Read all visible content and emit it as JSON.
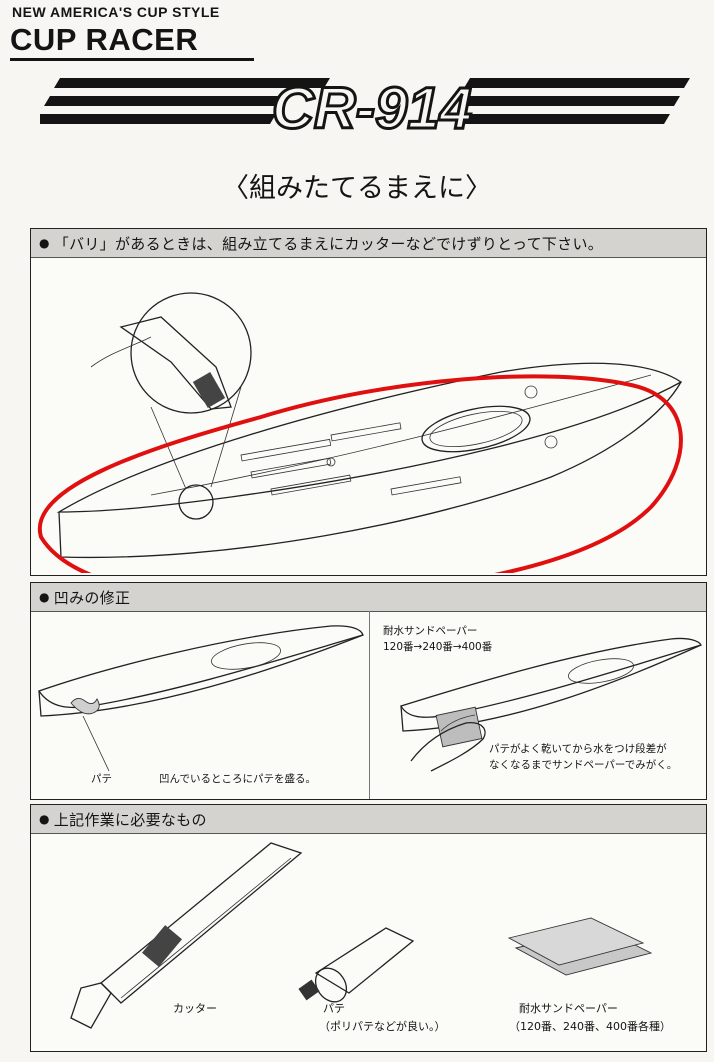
{
  "header": {
    "tagline": "NEW AMERICA'S CUP STYLE",
    "brand": "CUP RACER",
    "model": "CR-914",
    "subtitle": "〈組みたてるまえに〉"
  },
  "sections": [
    {
      "title": "「バリ」があるときは、組み立てるまえにカッターなどでけずりとって下さい。"
    },
    {
      "title": "凹みの修正",
      "labels": {
        "putty": "パテ",
        "instruction": "凹んでいるところにパテを盛る。",
        "sandpaper": "耐水サンドペーパー",
        "grits": "120番→240番→400番",
        "polish_line1": "パテがよく乾いてから水をつけ段差が",
        "polish_line2": "なくなるまでサンドペーパーでみがく。"
      }
    },
    {
      "title": "上記作業に必要なもの",
      "items": [
        {
          "name": "カッター"
        },
        {
          "name": "パテ",
          "note": "（ポリパテなどが良い。）"
        },
        {
          "name": "耐水サンドペーパー",
          "note": "（120番、240番、400番各種）"
        }
      ]
    }
  ],
  "colors": {
    "highlight": "#e01010",
    "ink": "#141414",
    "header_band": "#d4d3cf"
  }
}
